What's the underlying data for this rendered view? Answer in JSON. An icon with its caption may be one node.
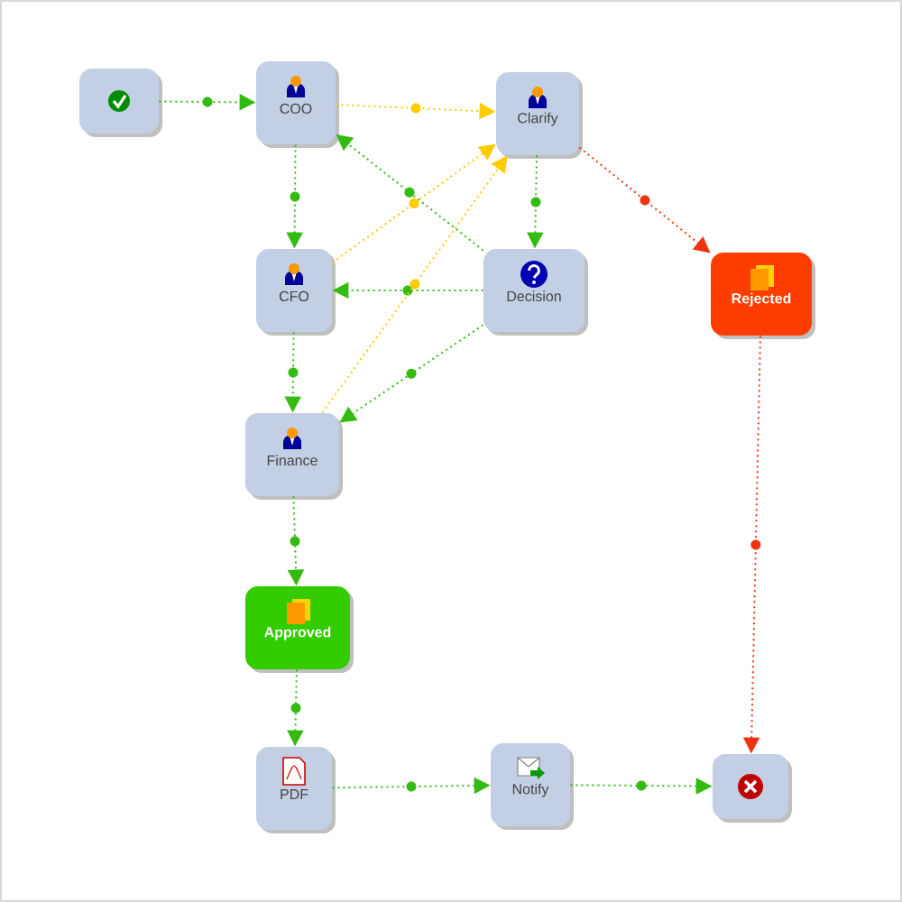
{
  "diagram": {
    "nodes": [
      {
        "text": [],
        "shape": "box"
      },
      {
        "text": [
          "COO"
        ]
      },
      {
        "text": [
          "Clarify"
        ]
      },
      {
        "text": [
          "CFO"
        ]
      },
      {
        "text": [
          "Decision"
        ]
      },
      {
        "text": [
          "Rejected"
        ]
      },
      {
        "text": [
          "Finance"
        ]
      },
      {
        "text": [
          "Approved"
        ]
      },
      {
        "text": [
          "PDF"
        ]
      },
      {
        "text": [
          "Notify"
        ]
      },
      {
        "text": [],
        "shape": "box"
      }
    ],
    "edges": [
      {
        "from": 0,
        "to": 1,
        "arrow": "to"
      },
      {
        "from": 1,
        "to": 2,
        "arrow": "to",
        "color": "#ffcc00"
      },
      {
        "from": 1,
        "to": 3,
        "arrow": "to"
      },
      {
        "from": 4,
        "to": 1,
        "arrow": "to"
      },
      {
        "from": 2,
        "to": 4,
        "arrow": "to"
      },
      {
        "from": 4,
        "to": 3,
        "arrow": "to"
      },
      {
        "from": 3,
        "to": 2,
        "arrow": "to",
        "color": "#ffcc00"
      },
      {
        "from": 6,
        "to": 2,
        "arrow": "to",
        "color": "#ffcc00"
      },
      {
        "from": 4,
        "to": 6,
        "arrow": "to"
      },
      {
        "from": 3,
        "to": 6,
        "arrow": "to"
      },
      {
        "from": 2,
        "to": 5,
        "arrow": "to",
        "color": "#ee3311"
      },
      {
        "from": 5,
        "to": 10,
        "arrow": "to",
        "color": "#ee3311"
      },
      {
        "from": 6,
        "to": 7,
        "arrow": "to"
      },
      {
        "from": 7,
        "to": 8,
        "arrow": "to"
      },
      {
        "from": 8,
        "to": 9,
        "arrow": "to"
      },
      {
        "from": 9,
        "to": 10,
        "arrow": "to"
      }
    ]
  }
}
